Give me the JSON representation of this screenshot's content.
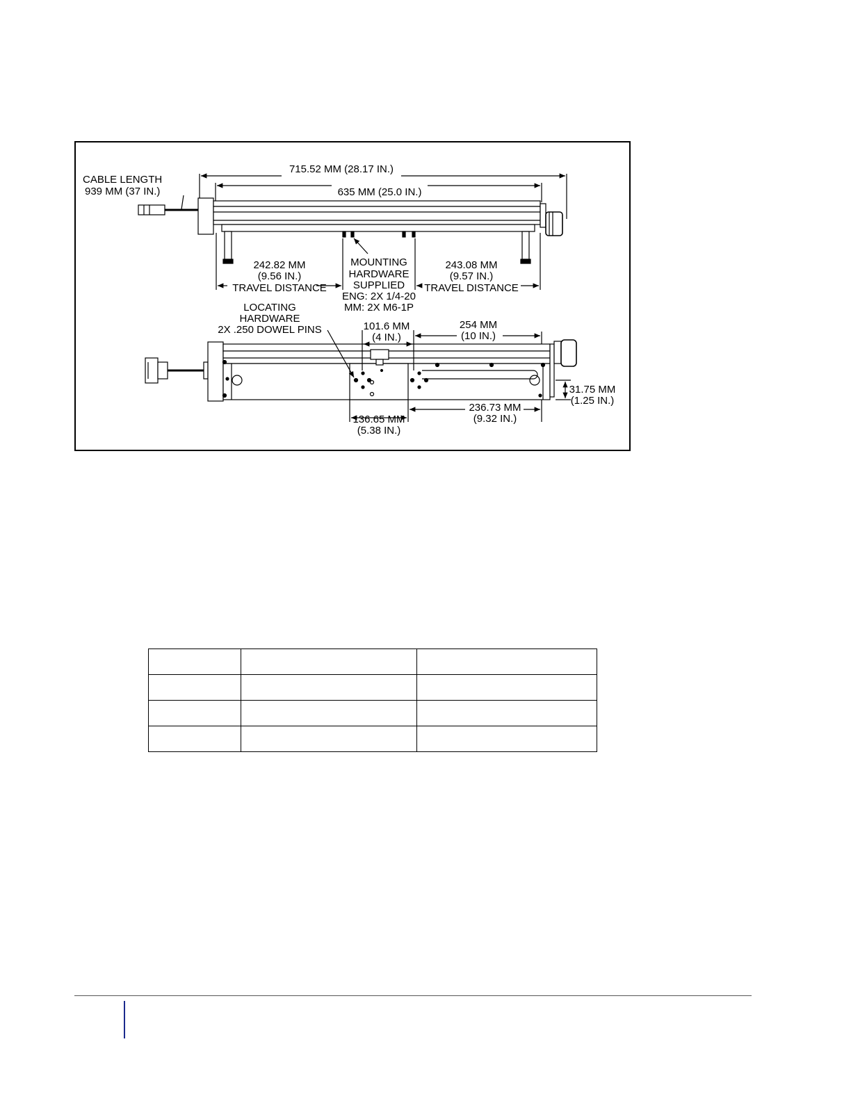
{
  "figure": {
    "top_view": {
      "cable_length_label": "CABLE LENGTH",
      "cable_length_value": "939 MM (37 IN.)",
      "overall_length": "715.52 MM (28.17 IN.)",
      "rail_length": "635 MM (25.0 IN.)",
      "left_travel_mm": "242.82 MM",
      "left_travel_in": "(9.56 IN.)",
      "left_travel_label": "TRAVEL DISTANCE",
      "right_travel_mm": "243.08 MM",
      "right_travel_in": "(9.57 IN.)",
      "right_travel_label": "TRAVEL DISTANCE",
      "mounting_lines": [
        "MOUNTING",
        "HARDWARE",
        "SUPPLIED",
        "ENG: 2X 1/4-20",
        "MM: 2X M6-1P"
      ]
    },
    "bottom_view": {
      "locating_lines": [
        "LOCATING",
        "HARDWARE",
        "2X .250 DOWEL PINS"
      ],
      "dim_101_mm": "101.6 MM",
      "dim_101_in": "(4 IN.)",
      "dim_254_mm": "254 MM",
      "dim_254_in": "(10 IN.)",
      "dim_3175_mm": "31.75 MM",
      "dim_3175_in": "(1.25 IN.)",
      "dim_23673_mm": "236.73 MM",
      "dim_23673_in": "(9.32 IN.)",
      "dim_13665_mm": "136.65 MM",
      "dim_13665_in": "(5.38 IN.)"
    }
  },
  "table": {
    "rows": [
      [
        "",
        "",
        ""
      ],
      [
        "",
        "",
        ""
      ],
      [
        "",
        "",
        ""
      ],
      [
        "",
        "",
        ""
      ]
    ]
  }
}
